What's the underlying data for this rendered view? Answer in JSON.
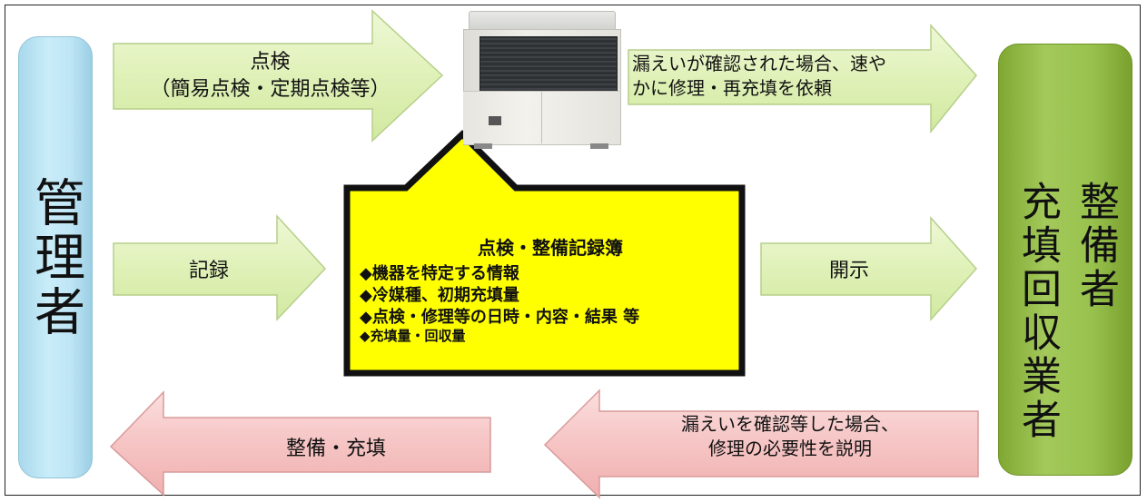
{
  "left_actor": {
    "label": "管理者"
  },
  "right_actor": {
    "label_line1": "整備者",
    "label_line2": "充填回収業者"
  },
  "arrows": {
    "inspection": {
      "line1": "点検",
      "line2": "（簡易点検・定期点検等）"
    },
    "leak_request": {
      "line1": "漏えいが確認された場合、速や",
      "line2": "かに修理・再充填を依頼"
    },
    "record": {
      "label": "記録"
    },
    "disclose": {
      "label": "開示"
    },
    "maintenance_fill": {
      "label": "整備・充填"
    },
    "leak_explain": {
      "line1": "漏えいを確認等した場合、",
      "line2": "修理の必要性を説明"
    }
  },
  "logbook": {
    "title": "点検・整備記録簿",
    "items": [
      "◆機器を特定する情報",
      "◆冷媒種、初期充填量",
      "◆点検・修理等の日時・内容・結果 等",
      "◆充填量・回収量"
    ]
  },
  "colors": {
    "green_arrow": "#e3f3bf",
    "pink_arrow": "#f8c9c9",
    "bubble_fill": "#ffff00",
    "left_pillar": "#bfe6f6",
    "right_pillar": "#98c24d"
  },
  "icons": {
    "equipment": "outdoor-ac-unit-icon"
  }
}
